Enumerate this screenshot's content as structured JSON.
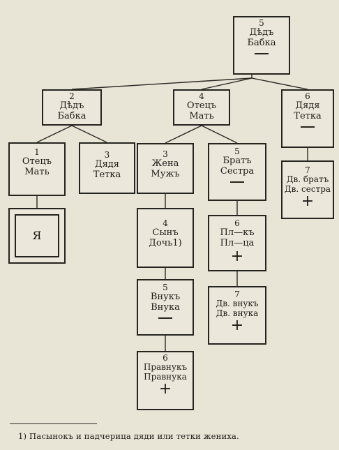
{
  "boxes": {
    "b5": {
      "num": "5",
      "l1": "Дѣдъ",
      "l2": "Бабка",
      "sign": "—"
    },
    "b2": {
      "num": "2",
      "l1": "Дѣдъ",
      "l2": "Бабка"
    },
    "b4": {
      "num": "4",
      "l1": "Отецъ",
      "l2": "Мать"
    },
    "b6": {
      "num": "6",
      "l1": "Дядя",
      "l2": "Тетка",
      "sign": "—"
    },
    "b1": {
      "num": "1",
      "l1": "Отецъ",
      "l2": "Мать"
    },
    "b3a": {
      "num": "3",
      "l1": "Дядя",
      "l2": "Тетка"
    },
    "b3b": {
      "num": "3",
      "l1": "Жена",
      "l2": "Мужъ"
    },
    "b5b": {
      "num": "5",
      "l1": "Братъ",
      "l2": "Сестра",
      "sign": "—"
    },
    "b7a": {
      "num": "7",
      "l1": "Дв. братъ",
      "l2": "Дв. сестра",
      "sign": "+"
    },
    "ya": {
      "label": "Я"
    },
    "b4b": {
      "num": "4",
      "l1": "Сынъ",
      "l2": "Дочь1)"
    },
    "b6b": {
      "num": "6",
      "l1": "Пл—къ",
      "l2": "Пл—ца",
      "sign": "+"
    },
    "b5c": {
      "num": "5",
      "l1": "Внукъ",
      "l2": "Внука",
      "sign": "—"
    },
    "b7b": {
      "num": "7",
      "l1": "Дв. внукъ",
      "l2": "Дв. внука",
      "sign": "+"
    },
    "b6c": {
      "num": "6",
      "l1": "Правнукъ",
      "l2": "Правнука",
      "sign": "+"
    }
  },
  "footnote": "1) Пасынокъ и падчерица дяди или тетки жениха."
}
